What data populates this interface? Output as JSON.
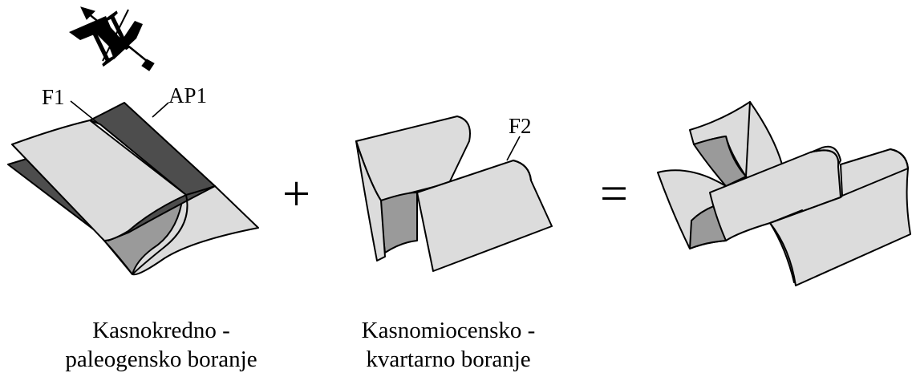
{
  "labels": {
    "f1": "F1",
    "ap1": "AP1",
    "f2": "F2"
  },
  "operators": {
    "plus": "+",
    "equals": "="
  },
  "captions": {
    "left": {
      "line1": "Kasnokredno -",
      "line2": "paleogensko boranje"
    },
    "middle": {
      "line1": "Kasnomiocensko -",
      "line2": "kvartarno boranje"
    }
  },
  "north_arrow": {
    "letter": "N",
    "icon": "north-arrow-icon"
  },
  "colors": {
    "light_surface": "#dcdcdc",
    "dark_surface": "#4d4d4d",
    "mid_surface": "#9a9a9a",
    "outline": "#000000"
  }
}
